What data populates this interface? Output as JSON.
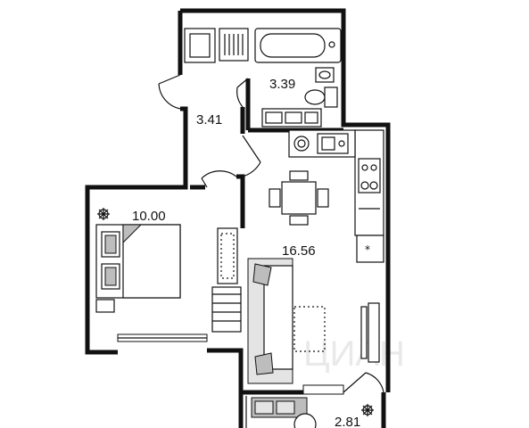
{
  "rooms": {
    "bathroom": {
      "area": "3.39"
    },
    "hallway": {
      "area": "3.41"
    },
    "bedroom": {
      "area": "10.00"
    },
    "living_kitchen": {
      "area": "16.56"
    },
    "balcony": {
      "area": "2.81"
    }
  },
  "watermark": {
    "text": "ЦИАН"
  },
  "colors": {
    "wall": "#111111",
    "furniture_dark": "#bdbdbd",
    "furniture_light": "#e4e4e4",
    "background": "#ffffff"
  },
  "icons": [
    "plant-icon",
    "sink-icon",
    "stove-icon",
    "toilet-icon",
    "bathtub-icon",
    "washing-machine-icon",
    "fridge-icon"
  ]
}
